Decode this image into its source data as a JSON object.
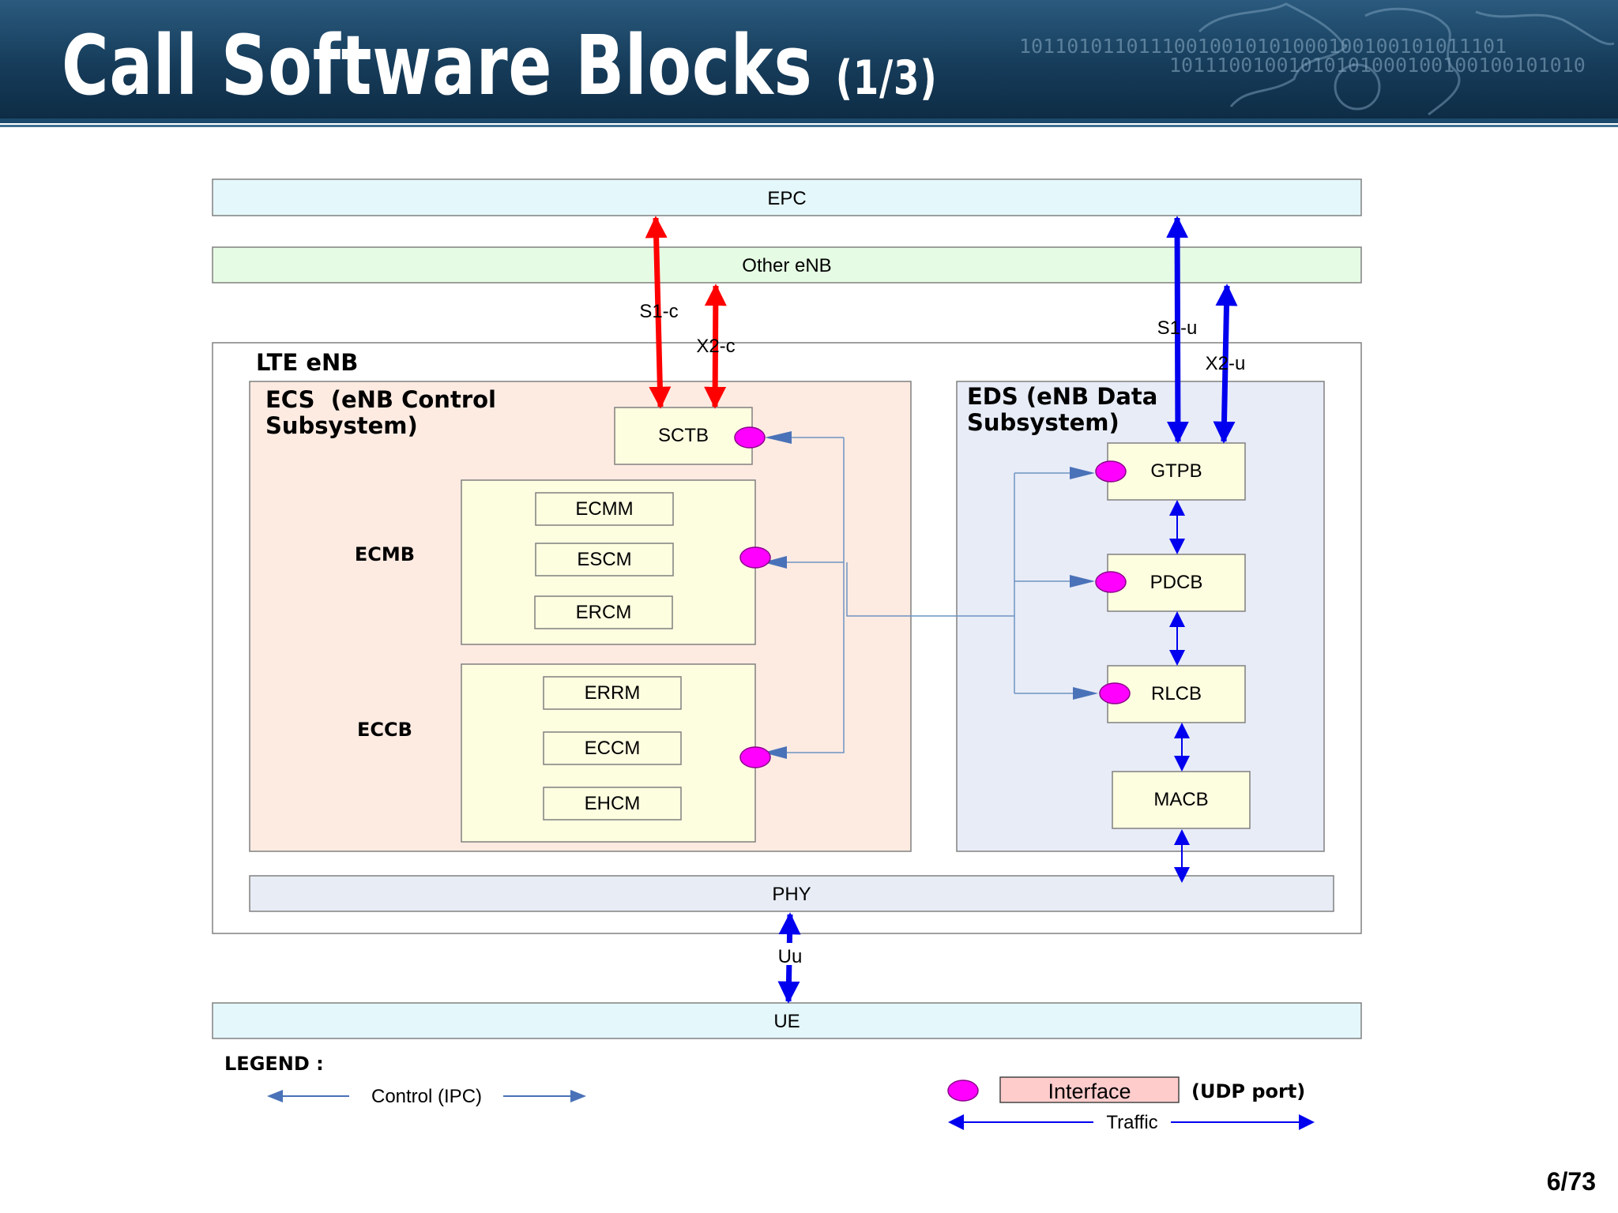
{
  "header": {
    "title": "Call Software Blocks",
    "title_suffix": "(1/3)",
    "bits_line1": "10110101101110010010101000100100101011101",
    "bits_line2": "10111001001010101000100100100101010"
  },
  "diagram": {
    "epc": "EPC",
    "other_enb": "Other eNB",
    "lte_enb": "LTE eNB",
    "ecs_line1": "ECS  (eNB Control",
    "ecs_line2": "Subsystem)",
    "eds_line1": "EDS (eNB Data",
    "eds_line2": "Subsystem)",
    "ecmb": "ECMB",
    "eccb": "ECCB",
    "sctb": "SCTB",
    "ecmm": "ECMM",
    "escm": "ESCM",
    "ercm": "ERCM",
    "errm": "ERRM",
    "eccm": "ECCM",
    "ehcm": "EHCM",
    "gtpb": "GTPB",
    "pdcb": "PDCB",
    "rlcb": "RLCB",
    "macb": "MACB",
    "phy": "PHY",
    "ue": "UE",
    "s1c": "S1-c",
    "x2c": "X2-c",
    "s1u": "S1-u",
    "x2u": "X2-u",
    "uu": "Uu"
  },
  "legend": {
    "title": "LEGEND :",
    "control": "Control (IPC)",
    "interface": "Interface",
    "udp": "(UDP port)",
    "traffic": "Traffic"
  },
  "page_number": "6/73",
  "colors": {
    "control_arrow": "#4a72b8",
    "traffic_arrow": "#0000ee",
    "s1c_arrow": "#ff0000",
    "interface_dot": "#ff00ff",
    "header_bg": "#163c5a"
  }
}
